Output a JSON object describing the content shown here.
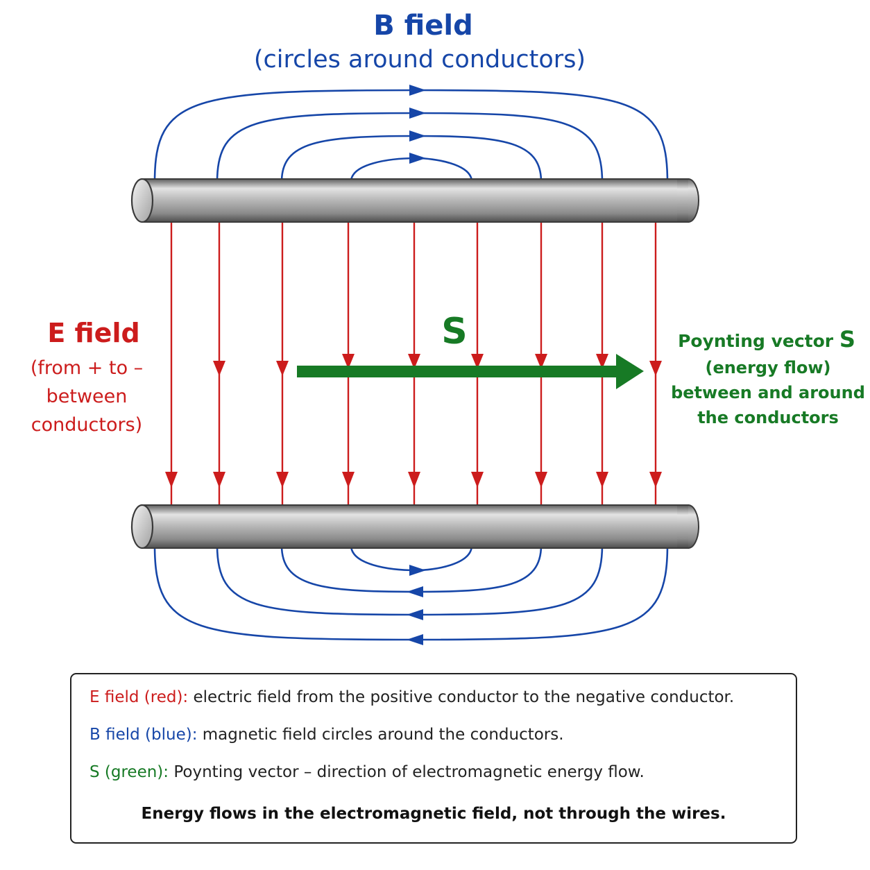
{
  "b_field": {
    "title": "B field",
    "subtitle": "(circles around conductors)",
    "color": "#1646a8"
  },
  "e_field": {
    "title": "E field",
    "subtitle_lines": [
      "(from + to –",
      "between",
      "conductors)"
    ],
    "color": "#cc1c1c"
  },
  "poynting": {
    "letter": "S",
    "label_text": "Poynting vector",
    "label_letter": "S",
    "sub_lines": [
      "(energy flow)",
      "between and around",
      "the conductors"
    ],
    "color": "#177a25"
  },
  "legend": {
    "rows": [
      {
        "key": "E field (red):",
        "text": "electric field from the positive conductor to the negative conductor."
      },
      {
        "key": "B field (blue):",
        "text": "magnetic field circles around the conductors."
      },
      {
        "key": "S (green):",
        "text": "Poynting vector – direction of electromagnetic energy flow."
      }
    ],
    "note": "Energy flows in the electromagnetic field, not through the wires."
  },
  "colors": {
    "conductor": "#a9a9a9",
    "conductor_outline": "#3a3a3a"
  }
}
